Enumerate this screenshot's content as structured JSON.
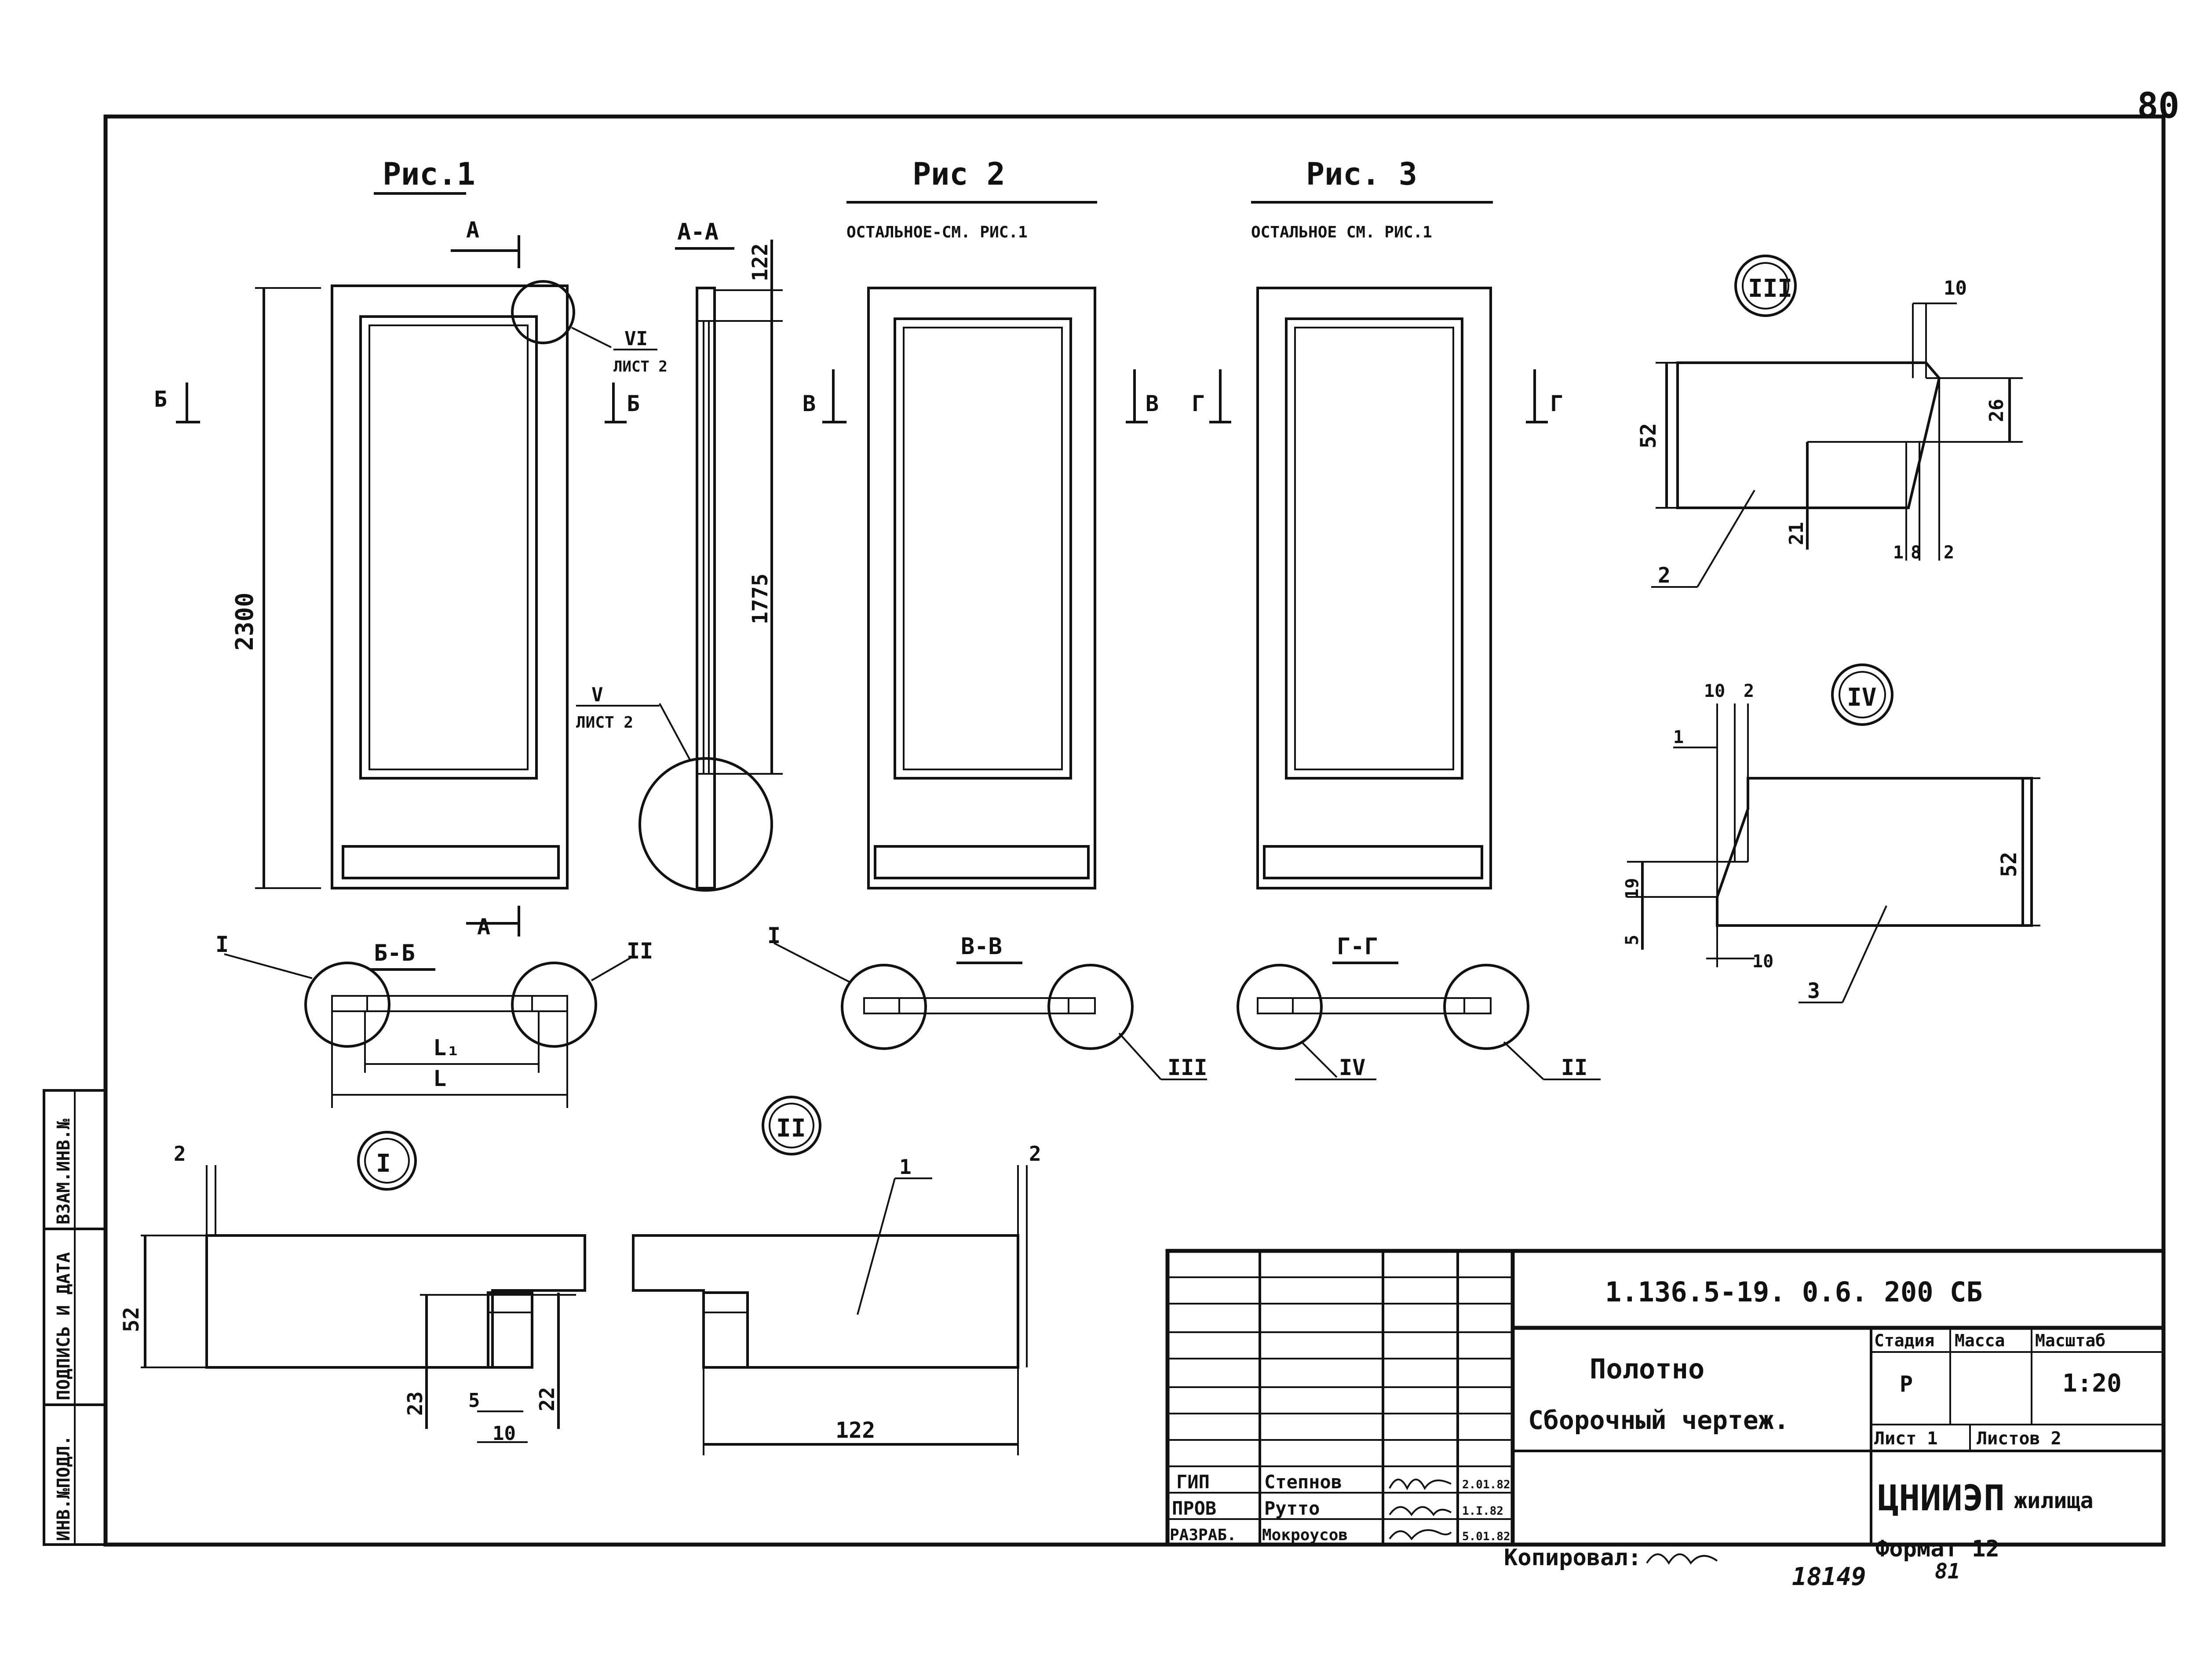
{
  "sheet": {
    "page_no": "80"
  },
  "figures": {
    "fig1": {
      "title": "Рис.1"
    },
    "fig2": {
      "title": "Рис 2",
      "note": "ОСТАЛЬНОЕ-СМ. РИС.1"
    },
    "fig3": {
      "title": "Рис. 3",
      "note": "ОСТАЛЬНОЕ СМ. РИС.1"
    }
  },
  "cuts": {
    "a": "А",
    "b": "Б",
    "v": "В",
    "g": "Г",
    "aa": "А-А",
    "bb": "Б-Б",
    "vv": "В-В",
    "gg": "Г-Г"
  },
  "callouts": {
    "vi": "VI",
    "vi_sheet": "ЛИСТ 2",
    "v": "V",
    "v_sheet": "ЛИСТ 2",
    "i": "I",
    "ii": "II",
    "iii": "III",
    "iv": "IV"
  },
  "dims": {
    "h2300": "2300",
    "d122": "122",
    "d1775": "1775",
    "L": "L",
    "L1": "L₁",
    "d10": "10",
    "d26": "26",
    "d52": "52",
    "d21": "21",
    "d1": "1",
    "d8": "8",
    "d2": "2",
    "d19": "19",
    "d5": "5",
    "d23": "23",
    "d22": "22"
  },
  "positions": {
    "p1": "1",
    "p2": "2",
    "p3": "3"
  },
  "stamp": {
    "designation": "1.136.5-19. 0.6. 200 СБ",
    "name_line1": "Полотно",
    "name_line2": "Сборочный чертеж.",
    "stage_hdr": "Стадия",
    "mass_hdr": "Масса",
    "scale_hdr": "Масштаб",
    "stage": "Р",
    "scale": "1:20",
    "sheet": "Лист 1",
    "sheets": "Листов 2",
    "org_logo": "ЦНИИЭП",
    "org_text": "жилища",
    "roles": [
      {
        "role": "ГИП",
        "name": "Степнов",
        "date": "2.01.82"
      },
      {
        "role": "ПРОВ",
        "name": "Рутто",
        "date": "1.I.82"
      },
      {
        "role": "РАЗРАБ.",
        "name": "Мокроусов",
        "date": "5.01.82"
      }
    ]
  },
  "side_stamp": {
    "inv_podl": "ИНВ.№ПОДЛ.",
    "podpis": "ПОДПИСЬ И ДАТА",
    "vzam": "ВЗАМ.ИНВ.№"
  },
  "footer": {
    "copied": "Копировал:",
    "format": "Формат 12",
    "archive_no": "18149",
    "archive_year": "81"
  }
}
